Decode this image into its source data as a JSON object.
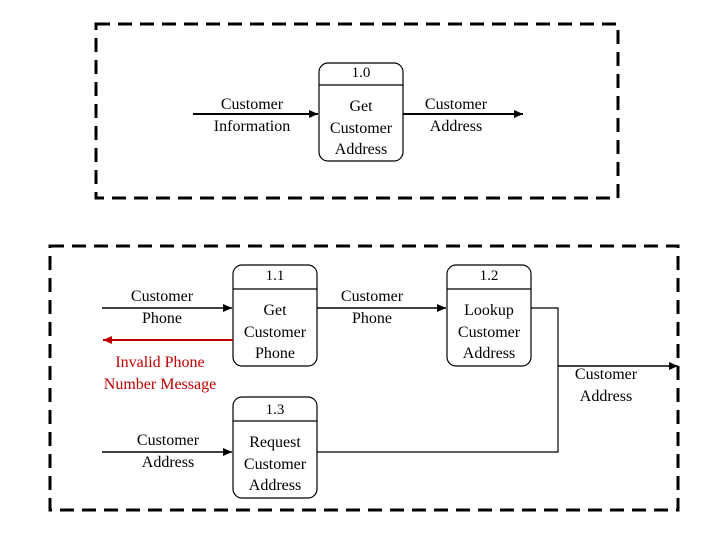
{
  "colors": {
    "line": "#000000",
    "error": "#c00000",
    "background": "#ffffff"
  },
  "processes": {
    "p10": {
      "id": "1.0",
      "name": [
        "Get",
        "Customer",
        "Address"
      ]
    },
    "p11": {
      "id": "1.1",
      "name": [
        "Get",
        "Customer",
        "Phone"
      ]
    },
    "p12": {
      "id": "1.2",
      "name": [
        "Lookup",
        "Customer",
        "Address"
      ]
    },
    "p13": {
      "id": "1.3",
      "name": [
        "Request",
        "Customer",
        "Address"
      ]
    }
  },
  "flows": {
    "top_input": [
      "Customer",
      "Information"
    ],
    "top_output": [
      "Customer",
      "Address"
    ],
    "phone_input": [
      "Customer",
      "Phone"
    ],
    "invalid_output": [
      "Invalid Phone",
      "Number Message"
    ],
    "address_input": [
      "Customer",
      "Address"
    ],
    "phone_to_lookup": [
      "Customer",
      "Phone"
    ],
    "final_output": [
      "Customer",
      "Address"
    ]
  }
}
